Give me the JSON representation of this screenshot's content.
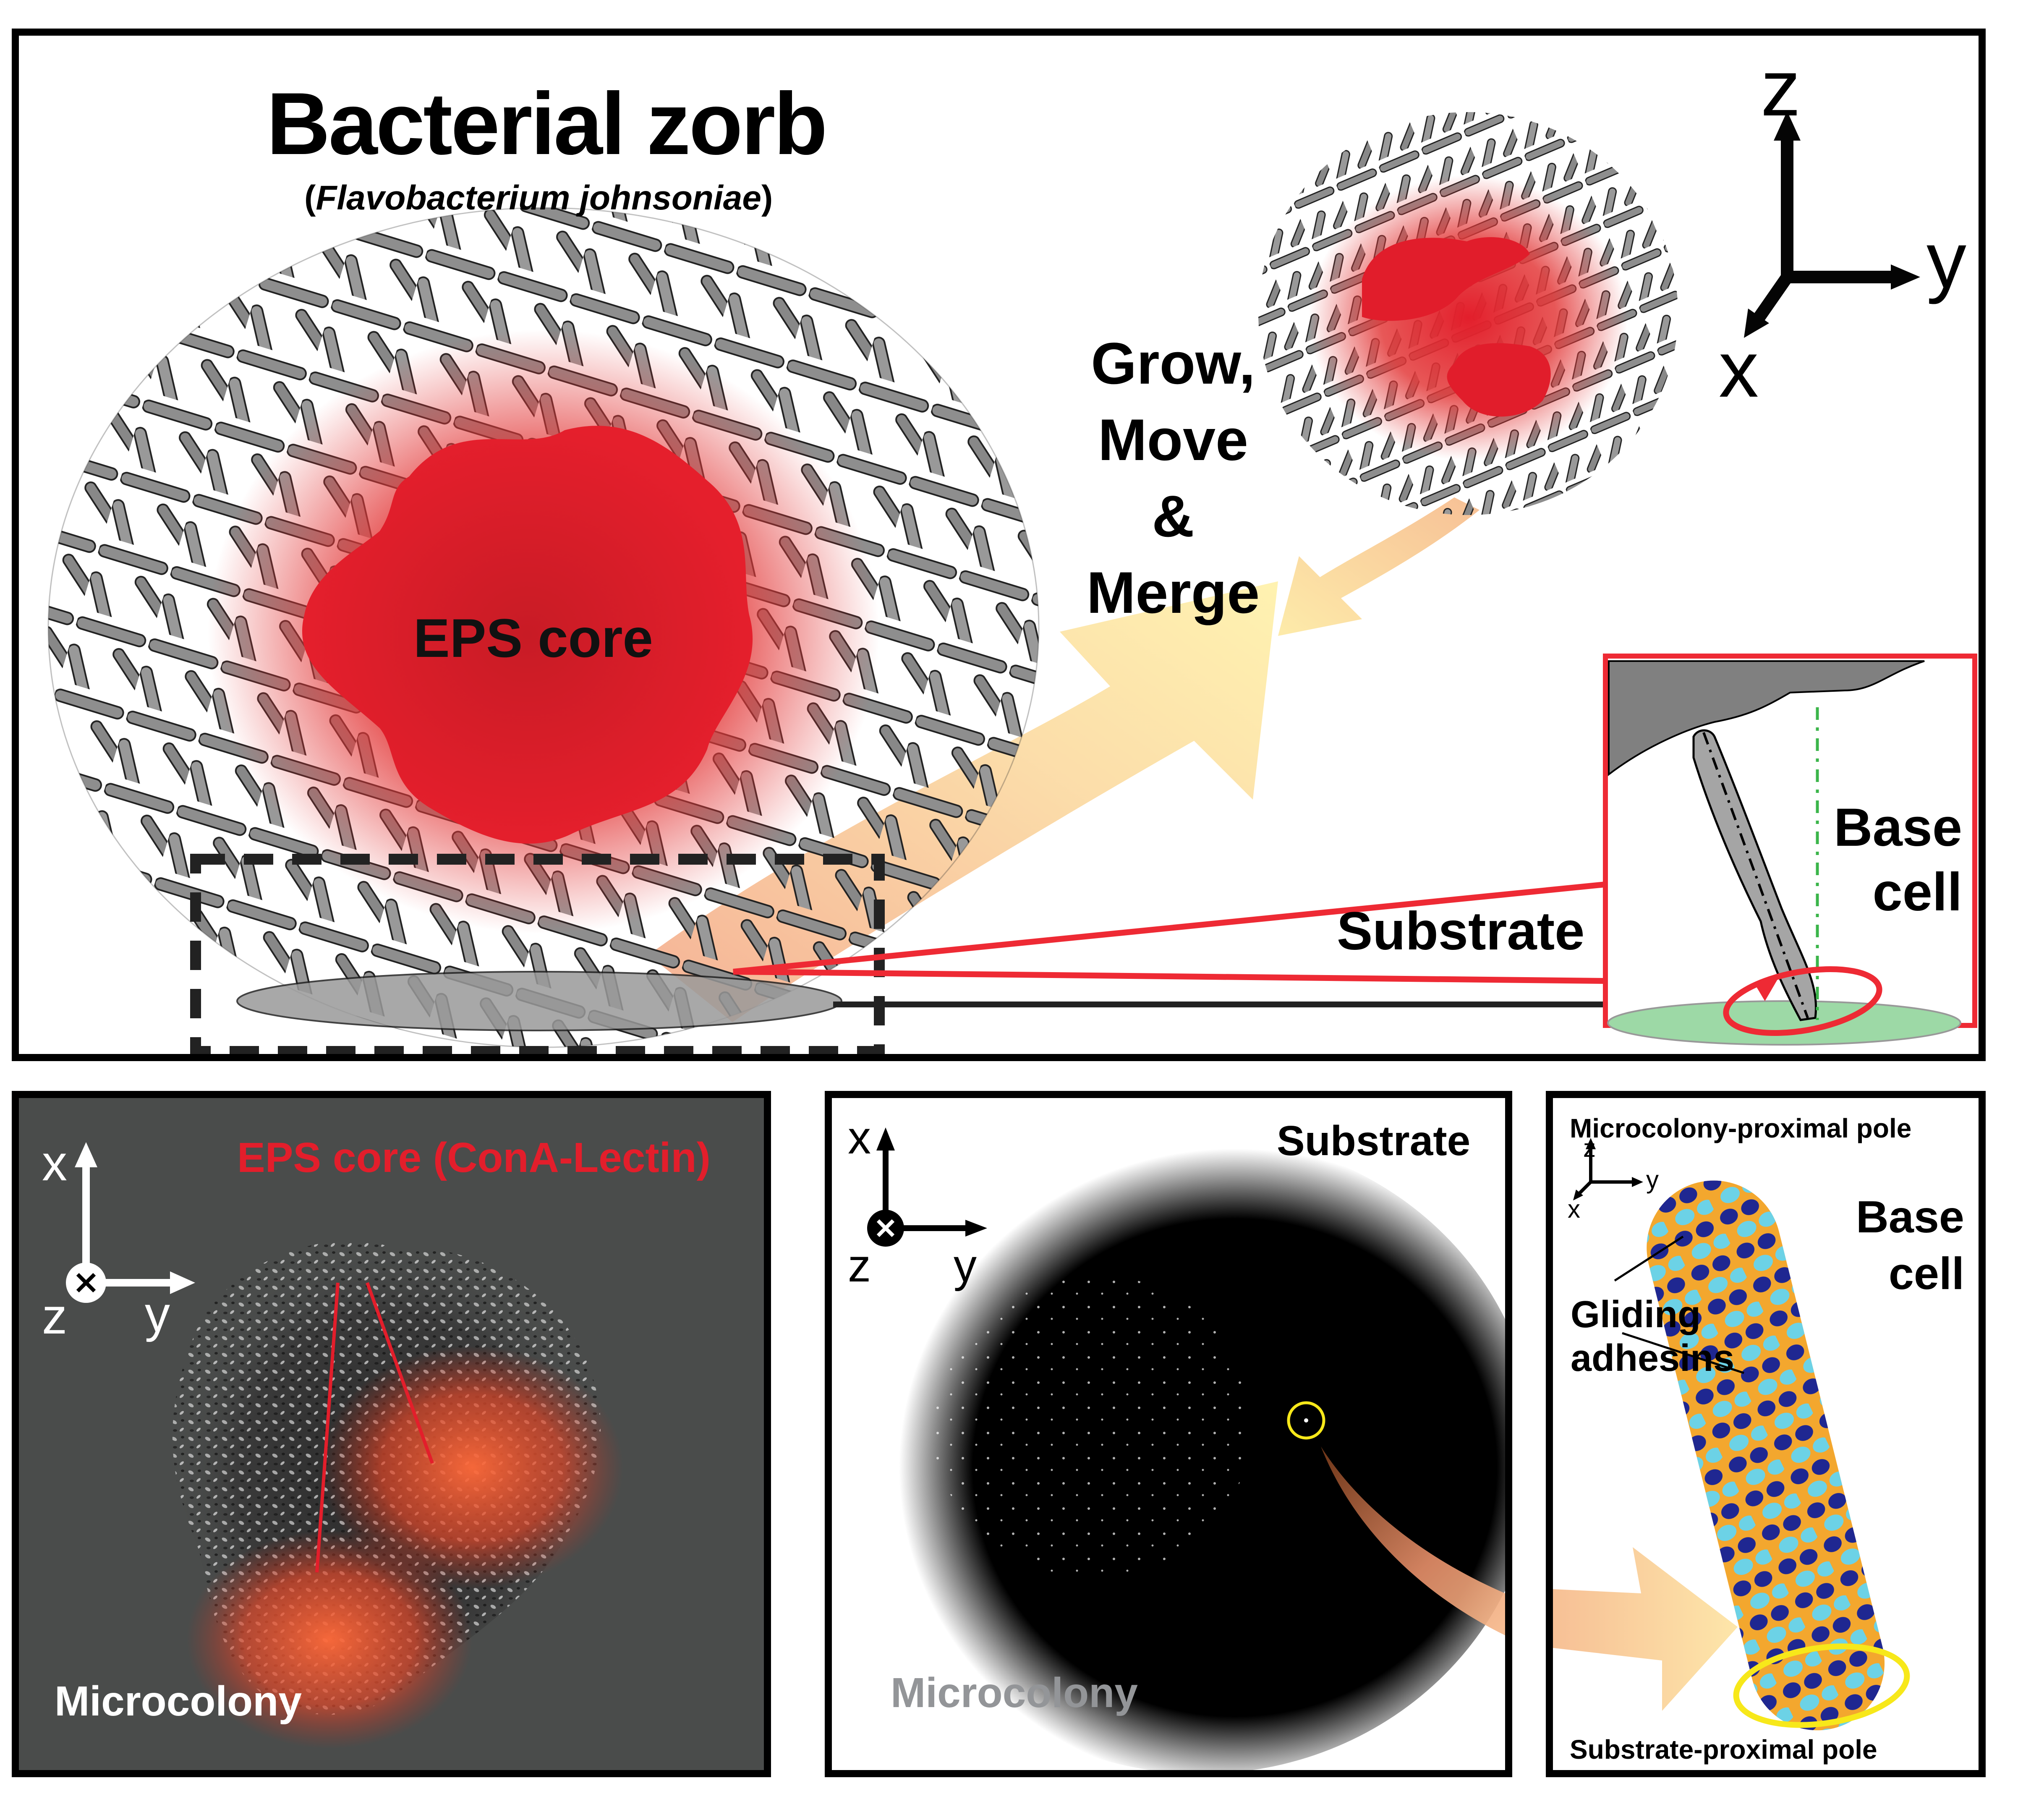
{
  "top_panel": {
    "title": "Bacterial zorb",
    "subtitle_open": "(",
    "subtitle_species": "Flavobacterium johnsoniae",
    "subtitle_close": ")",
    "core_label": "EPS core",
    "process_label_lines": [
      "Grow,",
      "Move",
      "&",
      "Merge"
    ],
    "axes": {
      "z": "z",
      "y": "y",
      "x": "x"
    },
    "substrate_label": "Substrate",
    "inset": {
      "label_line1": "Base",
      "label_line2": "cell"
    }
  },
  "bottom_left_panel": {
    "core_label": "EPS core (ConA-Lectin)",
    "microcolony_label": "Microcolony",
    "axes": {
      "x": "x",
      "y": "y",
      "z": "z"
    }
  },
  "bottom_middle_panel": {
    "substrate_label": "Substrate",
    "microcolony_label": "Microcolony",
    "axes": {
      "x": "x",
      "y": "y",
      "z": "z"
    }
  },
  "bottom_right_panel": {
    "top_label": "Microcolony-proximal pole",
    "bottom_label": "Substrate-proximal pole",
    "base_label_line1": "Base",
    "base_label_line2": "cell",
    "adhesin_label_line1": "Gliding",
    "adhesin_label_line2": "adhesins",
    "axes": {
      "z": "z",
      "y": "y",
      "x": "x"
    }
  },
  "colors": {
    "border": "#000000",
    "eps_red": "#e31e2b",
    "rod_gray": "#8c8c8c",
    "arrow_orange": "#f6b98a",
    "arrow_yellow": "#fde9a0",
    "inset_red": "#ee2a34",
    "substrate_green": "#9dd9a6",
    "highlight_yellow": "#f7e81a",
    "cell_orange": "#f3a72e",
    "adhesin_dark_blue": "#1f2791",
    "adhesin_light_blue": "#6cd2e6",
    "microscope_bg": "#4a4c4b",
    "label_gray": "#939598"
  }
}
